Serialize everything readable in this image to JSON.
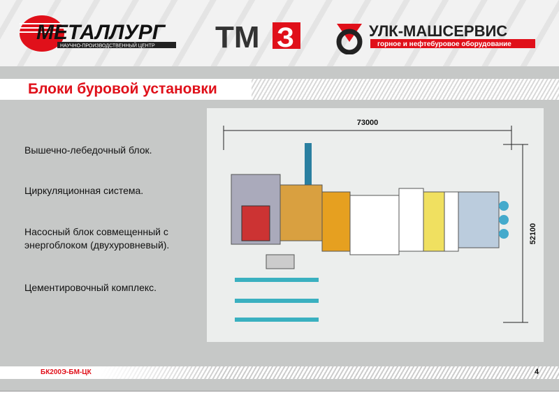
{
  "logos": {
    "metallurg": "МЕТАЛЛУРГ",
    "metallurg_sub": "НАУЧНО-ПРОИЗВОДСТВЕННЫЙ ЦЕНТР",
    "tmz": "ТМЗ",
    "ulk": "УЛК-МАШСЕРВИС",
    "ulk_sub": "горное и нефтебуровое оборудование"
  },
  "title": "Блоки буровой установки",
  "items": [
    "Вышечно-лебедочный блок.",
    "Циркуляционная система.",
    "Насосный блок совмещенный с энергоблоком (двухуровневый).",
    "Цементировочный комплекс."
  ],
  "diagram": {
    "width_label": "73000",
    "height_label": "52100"
  },
  "footer": {
    "code": "БК200Э-БМ-ЦК",
    "page": "4"
  }
}
